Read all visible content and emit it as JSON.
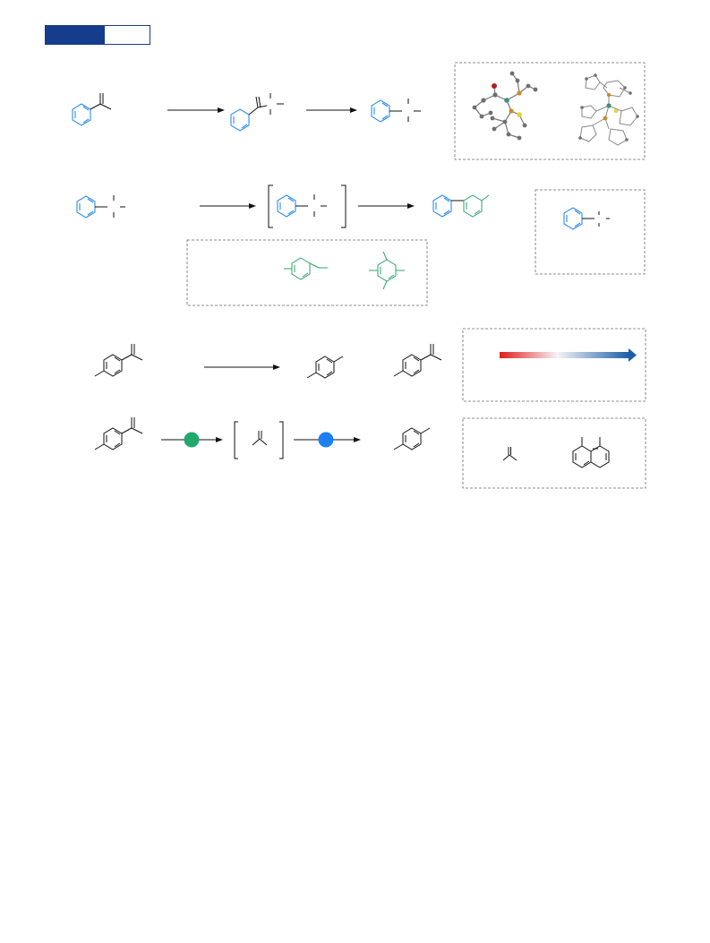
{
  "colors": {
    "header_badge": "#163c8c",
    "aryl_blue": "#2b8ce8",
    "aryl_green": "#2ca36a",
    "catalyst_green_dot": "#22a86a",
    "catalyst_blue_dot": "#1e7ff0",
    "gradient_start": "#e31b1b",
    "gradient_end": "#1c5fa8"
  },
  "panels": [
    "x-ray-structures-panel",
    "complex-inset-panel",
    "coupling-partners-panel",
    "gradient-scale-panel",
    "additives-panel"
  ]
}
